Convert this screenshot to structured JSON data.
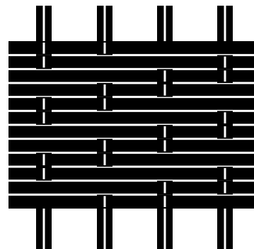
{
  "figure": {
    "subject": "woven-wire-mesh",
    "ink_color": "#000000",
    "background_color": "#ffffff",
    "vertical_wire_count": 4,
    "horizontal_wire_count": 12
  }
}
